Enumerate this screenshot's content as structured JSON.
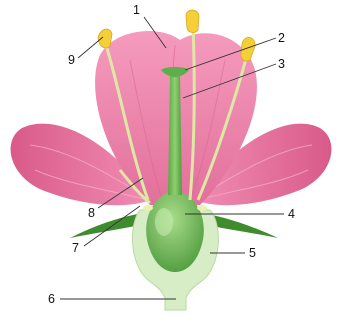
{
  "labels": [
    {
      "id": 1,
      "text": "1"
    },
    {
      "id": 2,
      "text": "2"
    },
    {
      "id": 3,
      "text": "3"
    },
    {
      "id": 4,
      "text": "4"
    },
    {
      "id": 5,
      "text": "5"
    },
    {
      "id": 6,
      "text": "6"
    },
    {
      "id": 7,
      "text": "7"
    },
    {
      "id": 8,
      "text": "8"
    },
    {
      "id": 9,
      "text": "9"
    }
  ],
  "colors": {
    "petal": "#ee86ab",
    "petal_light": "#f7b7cf",
    "petal_vein": "#d9628f",
    "pistil": "#6fbe57",
    "pistil_dark": "#4c9a3c",
    "receptacle": "#d4ebc1",
    "stamen": "#dfe7a7",
    "anther": "#f4cf3a",
    "sepal": "#3f8c2e"
  }
}
